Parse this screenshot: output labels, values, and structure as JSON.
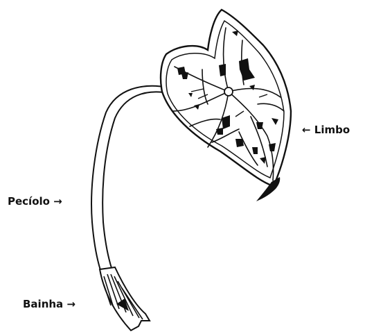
{
  "labels": {
    "limbo": "← Limbo",
    "peciolo": "Pecíolo →",
    "bainha": "Bainha →"
  },
  "colors": {
    "ink": "#111111",
    "background": "#ffffff"
  }
}
